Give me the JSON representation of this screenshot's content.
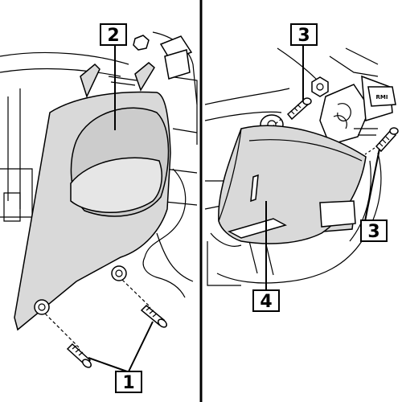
{
  "callouts": {
    "left_screws": "1",
    "left_cover": "2",
    "right_screws_top": "3",
    "right_screws_bottom": "3",
    "right_cover": "4"
  },
  "component_tag": "RMI",
  "colors": {
    "background": "#ffffff",
    "part_fill": "#d9d9d9",
    "part_fill_dark": "#bdbdbd",
    "outline": "#000000"
  }
}
